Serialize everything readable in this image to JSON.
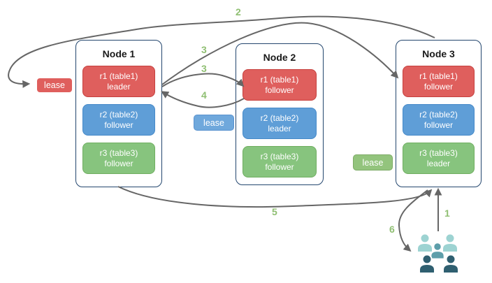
{
  "diagram": {
    "colors": {
      "canvas-bg": "#ffffff",
      "node-border": "#23466e",
      "node-title": "#1a1a1a",
      "red": "#df5f5d",
      "red-border": "#c5403e",
      "blue": "#5f9ed7",
      "blue-border": "#4589c8",
      "green": "#87c47e",
      "green-border": "#6fae60",
      "lease-blue": "#6fa8dc",
      "lease-blue-border": "#5b93cf",
      "lease-green": "#93c47d",
      "lease-green-border": "#7dab66",
      "arrow": "#666666",
      "step-label": "#8fbf72",
      "people-light": "#9dd3d2",
      "people-mid": "#5d9eaa",
      "people-dark": "#2f5f70"
    },
    "nodes": [
      {
        "title": "Node 1",
        "replicas": [
          {
            "label": "r1 (table1)",
            "role": "leader",
            "color": "red"
          },
          {
            "label": "r2 (table2)",
            "role": "follower",
            "color": "blue"
          },
          {
            "label": "r3 (table3)",
            "role": "follower",
            "color": "green"
          }
        ]
      },
      {
        "title": "Node 2",
        "replicas": [
          {
            "label": "r1 (table1)",
            "role": "follower",
            "color": "red"
          },
          {
            "label": "r2 (table2)",
            "role": "leader",
            "color": "blue"
          },
          {
            "label": "r3 (table3)",
            "role": "follower",
            "color": "green"
          }
        ]
      },
      {
        "title": "Node 3",
        "replicas": [
          {
            "label": "r1 (table1)",
            "role": "follower",
            "color": "red"
          },
          {
            "label": "r2 (table2)",
            "role": "follower",
            "color": "blue"
          },
          {
            "label": "r3 (table3)",
            "role": "leader",
            "color": "green"
          }
        ]
      }
    ],
    "leases": [
      {
        "label": "lease",
        "color": "red"
      },
      {
        "label": "lease",
        "color": "blue"
      },
      {
        "label": "lease",
        "color": "green"
      }
    ],
    "steps": {
      "s1": "1",
      "s2": "2",
      "s3a": "3",
      "s3b": "3",
      "s4": "4",
      "s5": "5",
      "s6": "6"
    },
    "icons": {
      "clients": "people-group-icon"
    }
  }
}
